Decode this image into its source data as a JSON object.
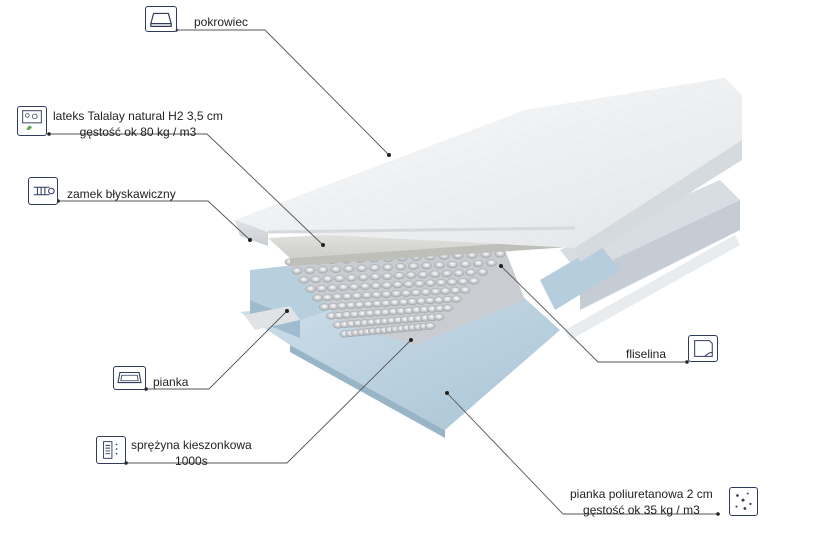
{
  "labels": {
    "cover": "pokrowiec",
    "latex": [
      "lateks Talalay natural H2 3,5 cm",
      "gęstość ok 80 kg / m3"
    ],
    "zipper": "zamek błyskawiczny",
    "fleece": "fliselina",
    "foam": "pianka",
    "spring": [
      "sprężyna kieszonkowa",
      "1000s"
    ],
    "pu_foam": [
      "pianka poliuretanowa 2 cm",
      "gęstość ok 35 kg / m3"
    ]
  },
  "colors": {
    "leader": "#555555",
    "icon_stroke": "#2f3a5e",
    "foam_blue": "#b9d2e2",
    "cover_white": "#eef0f2"
  },
  "icons": {
    "cover": "mattress-cover-icon",
    "latex": "latex-layer-icon",
    "zipper": "zipper-icon",
    "fleece": "fleece-sheet-icon",
    "foam": "foam-tray-icon",
    "spring": "pocket-spring-icon",
    "pu_foam": "foam-dots-icon"
  }
}
